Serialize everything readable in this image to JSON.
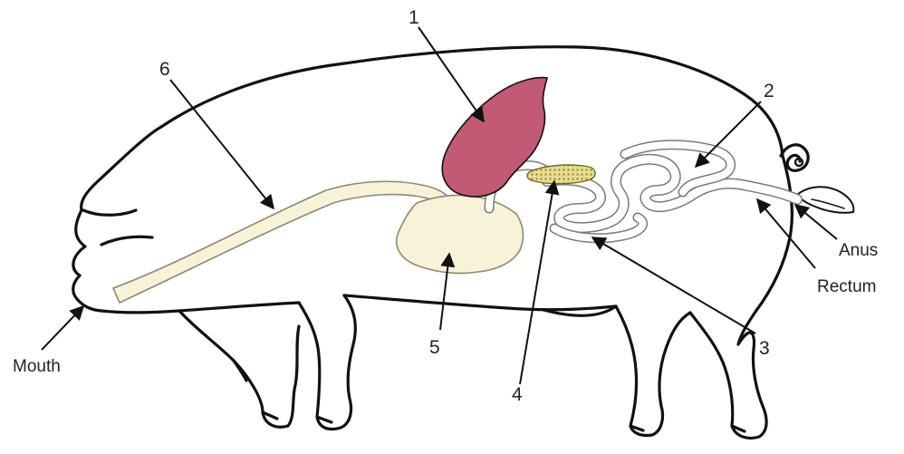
{
  "labels": {
    "n1": "1",
    "n2": "2",
    "n3": "3",
    "n4": "4",
    "n5": "5",
    "n6": "6",
    "mouth": "Mouth",
    "anus": "Anus",
    "rectum": "Rectum"
  },
  "colors": {
    "outline": "#111111",
    "liver": "#c15a72",
    "stomach_fill": "#f8f3d8",
    "stomach_stroke": "#8d8a6e",
    "pancreas": "#d8cf7a",
    "intestine_fill": "#ffffff",
    "intestine_stroke": "#7a7a7a",
    "text": "#222222"
  }
}
